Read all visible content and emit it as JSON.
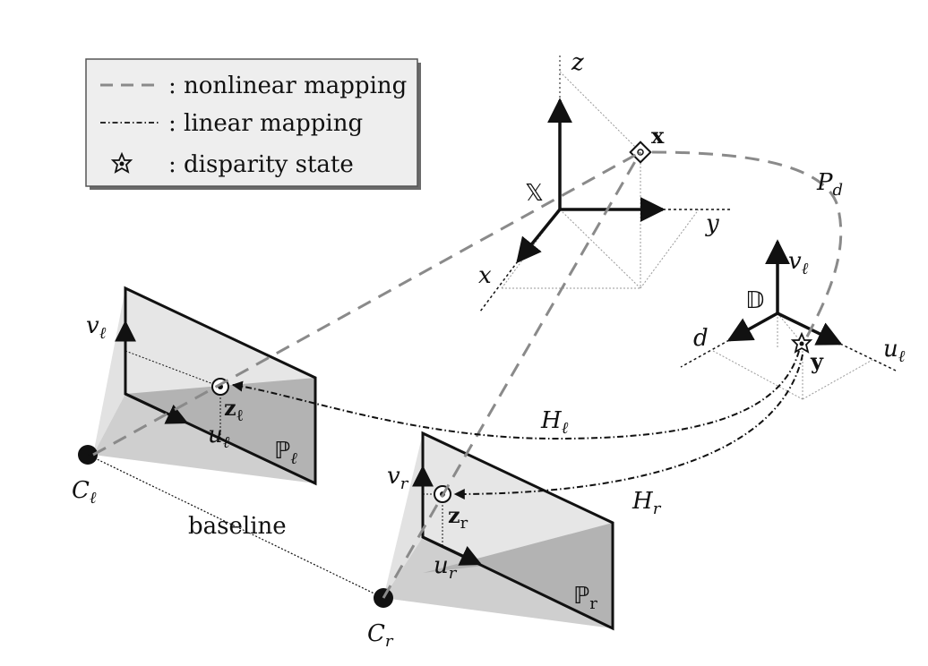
{
  "legend": {
    "items": [
      {
        "style": "dashed",
        "text": ": nonlinear mapping"
      },
      {
        "style": "dashdot",
        "text": ": linear mapping"
      },
      {
        "style": "star",
        "text": ": disparity state"
      }
    ]
  },
  "world_frame": {
    "name": "𝕏",
    "axes": {
      "x": "x",
      "y": "y",
      "z": "z"
    },
    "point": "x"
  },
  "disparity_frame": {
    "name": "𝔻",
    "axes": {
      "d": "d",
      "u": "u",
      "v": "v"
    },
    "sub": "ℓ",
    "point": "y"
  },
  "left_camera": {
    "center_base": "C",
    "center_sub": "ℓ",
    "plane_base": "ℙ",
    "plane_sub": "ℓ",
    "u": "u",
    "v": "v",
    "sub": "ℓ",
    "z": "z"
  },
  "right_camera": {
    "center_base": "C",
    "center_sub": "r",
    "plane_base": "ℙ",
    "plane_sub": "r",
    "u": "u",
    "v": "v",
    "sub": "r",
    "z": "z"
  },
  "mappings": {
    "pd_base": "P",
    "pd_sub": "d",
    "hl_base": "H",
    "hl_sub": "ℓ",
    "hr_base": "H",
    "hr_sub": "r"
  },
  "baseline": "baseline",
  "colors": {
    "dashed": "#8a8a8a",
    "plane_light": "#e6e6e6",
    "plane_dark": "#b3b3b3",
    "frustum": "#d9d9d9",
    "legend_bg": "#eeeeee"
  }
}
